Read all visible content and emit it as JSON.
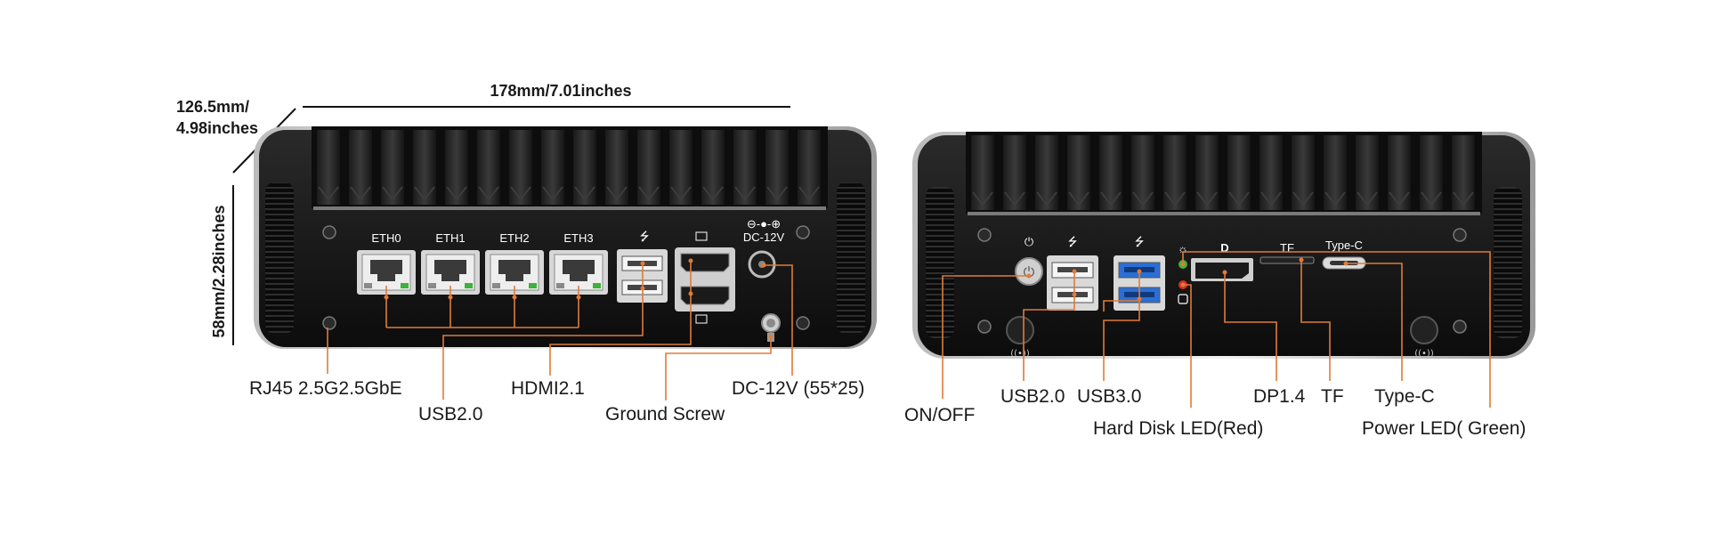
{
  "dimensions": {
    "width": "178mm/7.01inches",
    "depth_line1": "126.5mm/",
    "depth_line2": "4.98inches",
    "height": "58mm/2.28inches"
  },
  "front_panel": {
    "port_labels": [
      "ETH0",
      "ETH1",
      "ETH2",
      "ETH3"
    ],
    "dc_label": "DC-12V",
    "callouts": {
      "rj45": "RJ45 2.5G2.5GbE",
      "usb20": "USB2.0",
      "hdmi": "HDMI2.1",
      "ground": "Ground Screw",
      "dc": "DC-12V (55*25)"
    }
  },
  "rear_panel": {
    "port_labels": {
      "tf": "TF",
      "typec": "Type-C"
    },
    "callouts": {
      "onoff": "ON/OFF",
      "usb20": "USB2.0",
      "usb30": "USB3.0",
      "hdd_led": "Hard Disk LED(Red)",
      "dp": "DP1.4",
      "tf": "TF",
      "typec": "Type-C",
      "power_led": "Power LED( Green)"
    }
  },
  "colors": {
    "leader": "#e07b39",
    "chassis": "#111111",
    "hdd_led": "#d62e1f",
    "power_led": "#3bb33b",
    "usb3_blue": "#2b6fd6"
  }
}
